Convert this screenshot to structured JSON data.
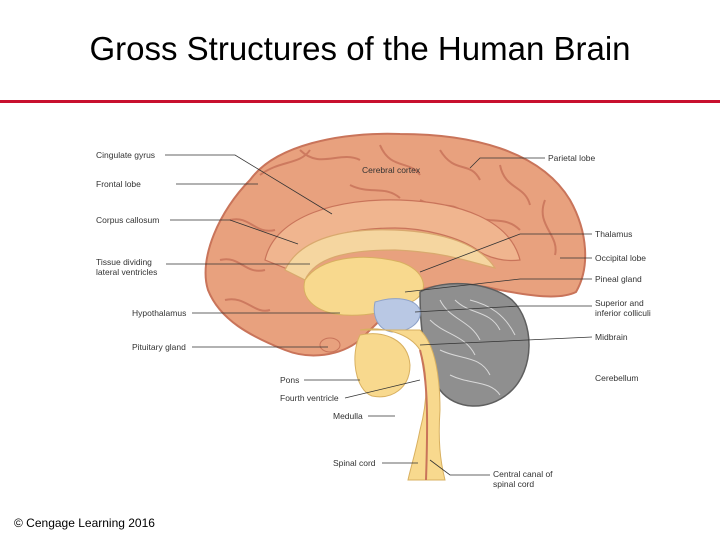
{
  "title": "Gross Structures of the Human Brain",
  "copyright": "© Cengage Learning 2016",
  "colors": {
    "accent_rule": "#c8102e",
    "cortex": "#e8a17e",
    "cortex_dark": "#c9745a",
    "corpus": "#f5d6a0",
    "brainstem": "#f8d98e",
    "cerebellum": "#8f8f8f",
    "tectum": "#b9c8e4"
  },
  "labels": {
    "cingulate_gyrus": "Cingulate gyrus",
    "frontal_lobe": "Frontal lobe",
    "corpus_callosum": "Corpus callosum",
    "tissue_dividing_1": "Tissue dividing",
    "tissue_dividing_2": "lateral ventricles",
    "hypothalamus": "Hypothalamus",
    "pituitary_gland": "Pituitary gland",
    "pons": "Pons",
    "fourth_ventricle": "Fourth ventricle",
    "medulla": "Medulla",
    "spinal_cord": "Spinal cord",
    "central_canal_1": "Central canal of",
    "central_canal_2": "spinal cord",
    "cerebral_cortex": "Cerebral cortex",
    "parietal_lobe": "Parietal lobe",
    "thalamus": "Thalamus",
    "occipital_lobe": "Occipital lobe",
    "pineal_gland": "Pineal gland",
    "superior_inferior_1": "Superior and",
    "superior_inferior_2": "inferior colliculi",
    "midbrain": "Midbrain",
    "cerebellum": "Cerebellum"
  }
}
